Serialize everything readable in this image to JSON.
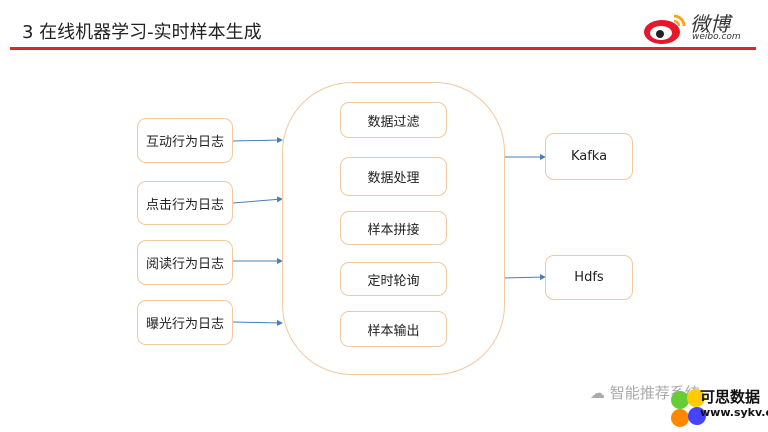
{
  "title": "3 在线机器学习-实时样本生成",
  "logo": {
    "text": "微博",
    "url": "weibo.com"
  },
  "inputs": [
    "互动行为日志",
    "点击行为日志",
    "阅读行为日志",
    "曝光行为日志"
  ],
  "steps": [
    "数据过滤",
    "数据处理",
    "样本拼接",
    "定时轮询",
    "样本输出"
  ],
  "outputs": [
    "Kafka",
    "Hdfs"
  ],
  "watermark": {
    "wechat": "智能推荐系统",
    "brand": "可思数据",
    "site": "www.sykv.com"
  },
  "colors": {
    "accent": "#d42a2a",
    "border": "#f0c9a0",
    "arrow": "#4a7fb5"
  }
}
